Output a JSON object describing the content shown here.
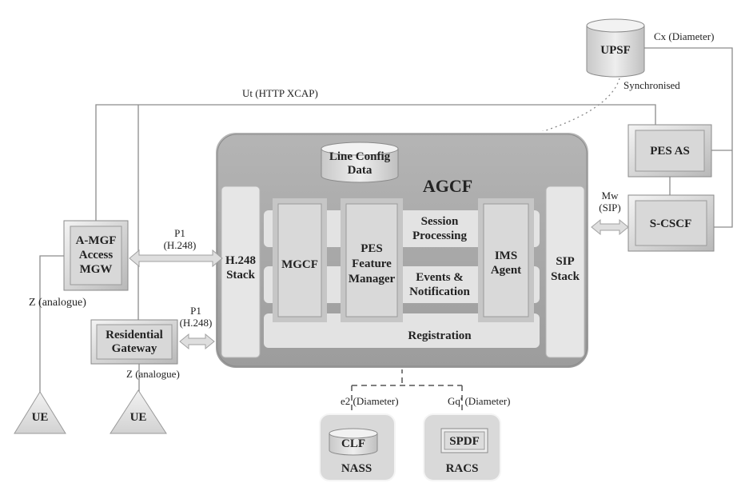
{
  "boxes": {
    "upsf": "UPSF",
    "pes_as": "PES AS",
    "s_cscf": "S-CSCF",
    "amgf": [
      "A-MGF",
      "Access",
      "MGW"
    ],
    "residential_gateway": [
      "Residential",
      "Gateway"
    ],
    "ue1": "UE",
    "ue2": "UE",
    "line_config": [
      "Line Config",
      "Data"
    ],
    "agcf": "AGCF",
    "h248_stack": [
      "H.248",
      "Stack"
    ],
    "mgcf": "MGCF",
    "pes_feature_manager": [
      "PES",
      "Feature",
      "Manager"
    ],
    "session_processing": [
      "Session",
      "Processing"
    ],
    "events_notification": [
      "Events &",
      "Notification"
    ],
    "ims_agent": [
      "IMS",
      "Agent"
    ],
    "sip_stack": [
      "SIP",
      "Stack"
    ],
    "registration": "Registration",
    "clf": "CLF",
    "nass": "NASS",
    "spdf": "SPDF",
    "racs": "RACS"
  },
  "labels": {
    "cx": "Cx (Diameter)",
    "synchronised": "Synchronised",
    "ut": "Ut (HTTP XCAP)",
    "mw": [
      "Mw",
      "(SIP)"
    ],
    "p1_top": [
      "P1",
      "(H.248)"
    ],
    "p1_bottom": [
      "P1",
      "(H.248)"
    ],
    "z_analogue_1": "Z  (analogue)",
    "z_analogue_2": "Z  (analogue)",
    "e2": "e2 (Diameter)",
    "gq": "Gq' (Diameter)"
  },
  "colors": {
    "agcf_bg": "#a6a6a6",
    "box_light": "#e4e4e4",
    "box_mid": "#cfcfcf",
    "line": "#8a8a8a",
    "text": "#222222"
  }
}
